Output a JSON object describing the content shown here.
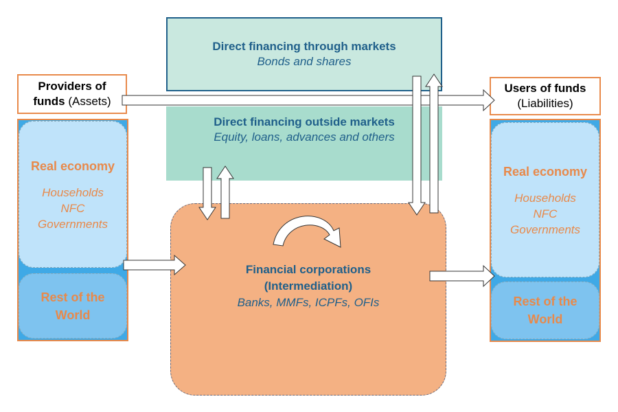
{
  "markets": {
    "top": {
      "title": "Direct financing through markets",
      "subtitle": "Bonds and shares"
    },
    "middle": {
      "title": "Direct financing outside markets",
      "subtitle": "Equity, loans, advances and others"
    }
  },
  "providers": {
    "header_bold_1": "Providers of",
    "header_bold_2": "funds",
    "header_paren": "(Assets)",
    "real_economy": {
      "title": "Real economy",
      "items": [
        "Households",
        "NFC",
        "Governments"
      ]
    },
    "rest_of_world": {
      "line1": "Rest of the",
      "line2": "World"
    }
  },
  "users": {
    "header_bold": "Users of funds",
    "header_paren": "(Liabilities)",
    "real_economy": {
      "title": "Real economy",
      "items": [
        "Households",
        "NFC",
        "Governments"
      ]
    },
    "rest_of_world": {
      "line1": "Rest of the",
      "line2": "World"
    }
  },
  "financial_corporations": {
    "title_line1": "Financial corporations",
    "title_line2": "(Intermediation)",
    "subtitle": "Banks, MMFs, ICPFs, OFIs"
  },
  "colors": {
    "market_top_fill": "#c9e8df",
    "market_mid_fill": "#a8dccd",
    "title_blue": "#1f5f8a",
    "sector_orange": "#e8894a",
    "column_blue": "#3fa9e6",
    "intermediation_fill": "#f4b183"
  }
}
